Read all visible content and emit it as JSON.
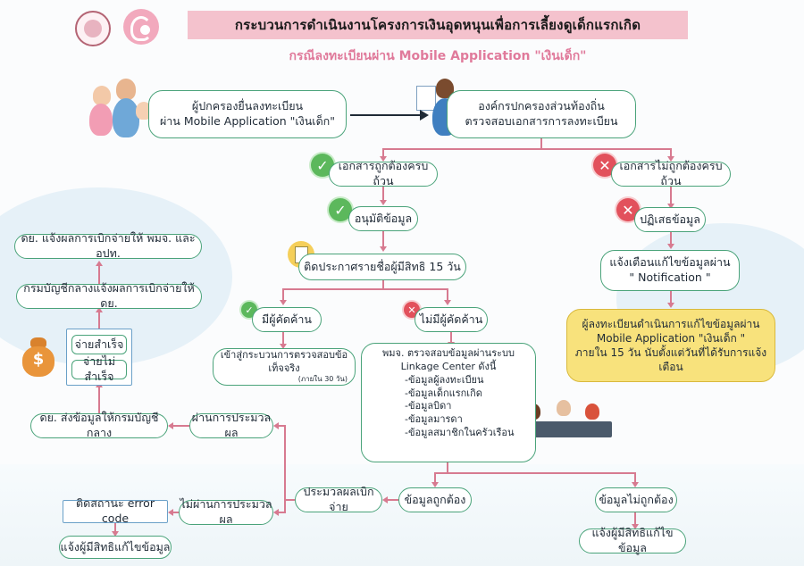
{
  "header": {
    "title": "กระบวนการดำเนินงานโครงการเงินอุดหนุนเพื่อการเลี้ยงดูเด็กแรกเกิด",
    "subtitle": "กรณีลงทะเบียนผ่าน Mobile Application \"เงินเด็ก\""
  },
  "nodes": {
    "parent_register": [
      "ผู้ปกครองยื่นลงทะเบียน",
      "ผ่าน Mobile Application \"เงินเด็ก\""
    ],
    "local_admin": [
      "องค์กรปกครองส่วนท้องถิ่น",
      "ตรวจสอบเอกสารการลงทะเบียน"
    ],
    "docs_complete": "เอกสารถูกต้องครบถ้วน",
    "approve": "อนุมัติข้อมูล",
    "announce": "ติดประกาศรายชื่อผู้มีสิทธิ 15 วัน",
    "has_objection": "มีผู้คัดค้าน",
    "no_objection": "ไม่มีผู้คัดค้าน",
    "fact_check": "เข้าสู่กระบวนการตรวจสอบข้อเท็จจริง",
    "fact_check_note": "(ภายใน 30 วัน)",
    "docs_incomplete": "เอกสารไม่ถูกต้องครบถ้วน",
    "reject": "ปฏิเสธข้อมูล",
    "notify": [
      "แจ้งเตือนแก้ไขข้อมูลผ่าน",
      "\" Notification \""
    ],
    "fix_info": [
      "ผู้ลงทะเบียนดำเนินการแก้ไขข้อมูลผ่าน",
      "Mobile Application \"เงินเด็ก \"",
      "ภายใน 15 วัน นับตั้งแต่วันที่ได้รับการแจ้งเตือน"
    ],
    "linkage": [
      "พมจ. ตรวจสอบข้อมูลผ่านระบบ",
      "Linkage Center ดังนี้",
      "-ข้อมูลผู้ลงทะเบียน",
      "-ข้อมูลเด็กแรกเกิด",
      "-ข้อมูลบิดา",
      "-ข้อมูลมารดา",
      "-ข้อมูลสมาชิกในครัวเรือน"
    ],
    "data_correct": "ข้อมูลถูกต้อง",
    "data_incorrect": "ข้อมูลไม่ถูกต้อง",
    "notify_owner_right": "แจ้งผู้มีสิทธิแก้ไขข้อมูล",
    "process_payment": "ประมวลผลเบิกจ่าย",
    "pass": "ผ่านการประมวลผล",
    "fail": "ไม่ผ่านการประมวลผล",
    "send_cgd": "ดย. ส่งข้อมูลให้กรมบัญชีกลาง",
    "error_code": "ติดสถานะ error code",
    "notify_owner_left": "แจ้งผู้มีสิทธิแก้ไขข้อมูล",
    "paid": "จ่ายสำเร็จ",
    "unpaid": "จ่ายไม่สำเร็จ",
    "cgd_report": "กรมบัญชีกลางแจ้งผลการเบิกจ่ายให้ ดย.",
    "dy_report": "ดย. แจ้งผลการเบิกจ่ายให้ พมจ. และ อปท."
  },
  "icons": {
    "ok": "check-icon",
    "no": "cross-icon",
    "doc": "document-icon",
    "money": "money-bag-icon",
    "arrow": "arrow-right-icon"
  },
  "colors": {
    "title_bg": "#f4c2cd",
    "subtitle": "#e07a9b",
    "box_border": "#4aa37a",
    "highlight_box": "#f8e27c",
    "connector": "#d77a90",
    "ok": "#5cb85c",
    "no": "#e2515c"
  }
}
